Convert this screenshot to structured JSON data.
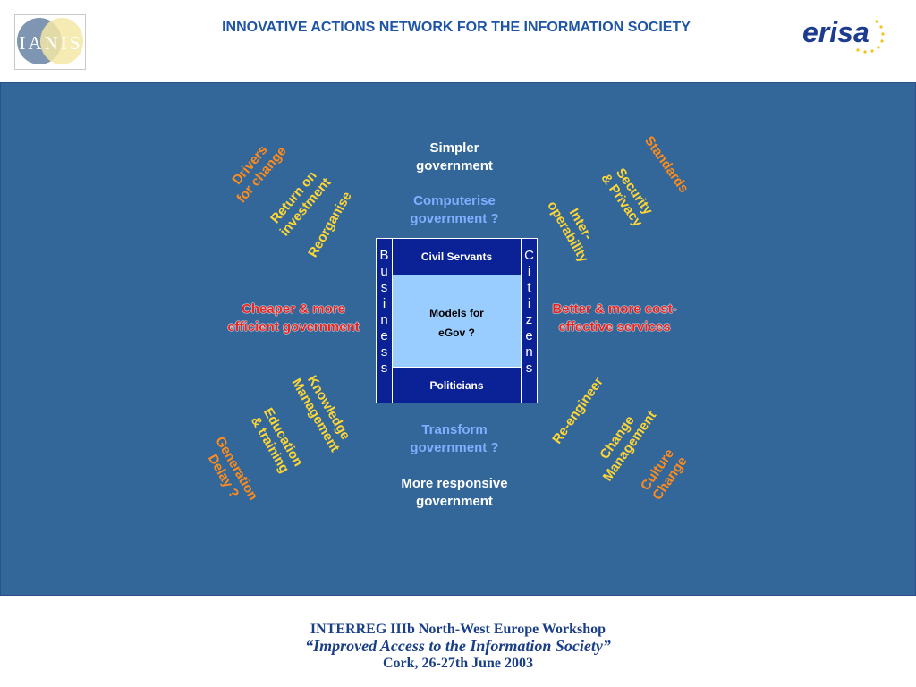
{
  "header": {
    "left_logo_text": "IANIS",
    "title": "INNOVATIVE ACTIONS NETWORK FOR THE INFORMATION SOCIETY",
    "right_logo_text": "erisa"
  },
  "diagram": {
    "top": {
      "line1": "Simpler",
      "line2": "government",
      "sub1": "Computerise",
      "sub2": "government ?"
    },
    "bottom": {
      "sub1": "Transform",
      "sub2": "government ?",
      "line1": "More responsive",
      "line2": "government"
    },
    "left": {
      "line1": "Cheaper & more",
      "line2": "efficient government"
    },
    "right": {
      "line1": "Better & more cost-",
      "line2": "effective services"
    },
    "center": {
      "top_box": "Civil Servants",
      "middle_line1": "Models for",
      "middle_line2": "eGov ?",
      "bottom_box": "Politicians",
      "left_letters": [
        "B",
        "u",
        "s",
        "i",
        "n",
        "e",
        "s",
        "s"
      ],
      "right_letters": [
        "C",
        "i",
        "t",
        "i",
        "z",
        "e",
        "n",
        "s"
      ]
    },
    "top_left": {
      "drivers1": "Drivers",
      "drivers2": "for change",
      "roi1": "Return on",
      "roi2": "investment",
      "reorganise": "Reorganise"
    },
    "top_right": {
      "standards": "Standards",
      "security1": "Security",
      "security2": "& Privacy",
      "interop1": "Inter-",
      "interop2": "operability"
    },
    "bottom_left": {
      "km1": "Knowledge",
      "km2": "Management",
      "edu1": "Education",
      "edu2": "& training",
      "gen1": "Generation",
      "gen2": "Delay ?"
    },
    "bottom_right": {
      "reengineer": "Re-engineer",
      "change1": "Change",
      "change2": "Management",
      "culture1": "Culture",
      "culture2": "Change"
    },
    "colors": {
      "panel": "#336699",
      "center_box": "#0b2196",
      "center_middle": "#99ccff",
      "orange": "#ff8c1a",
      "yellow": "#ffd633",
      "red": "#e8231e",
      "light_blue": "#7fb0ff"
    }
  },
  "footer": {
    "line1": "INTERREG IIIb North-West Europe Workshop",
    "line2": "“Improved Access to the Information Society”",
    "line3": "Cork, 26-27th June 2003"
  }
}
